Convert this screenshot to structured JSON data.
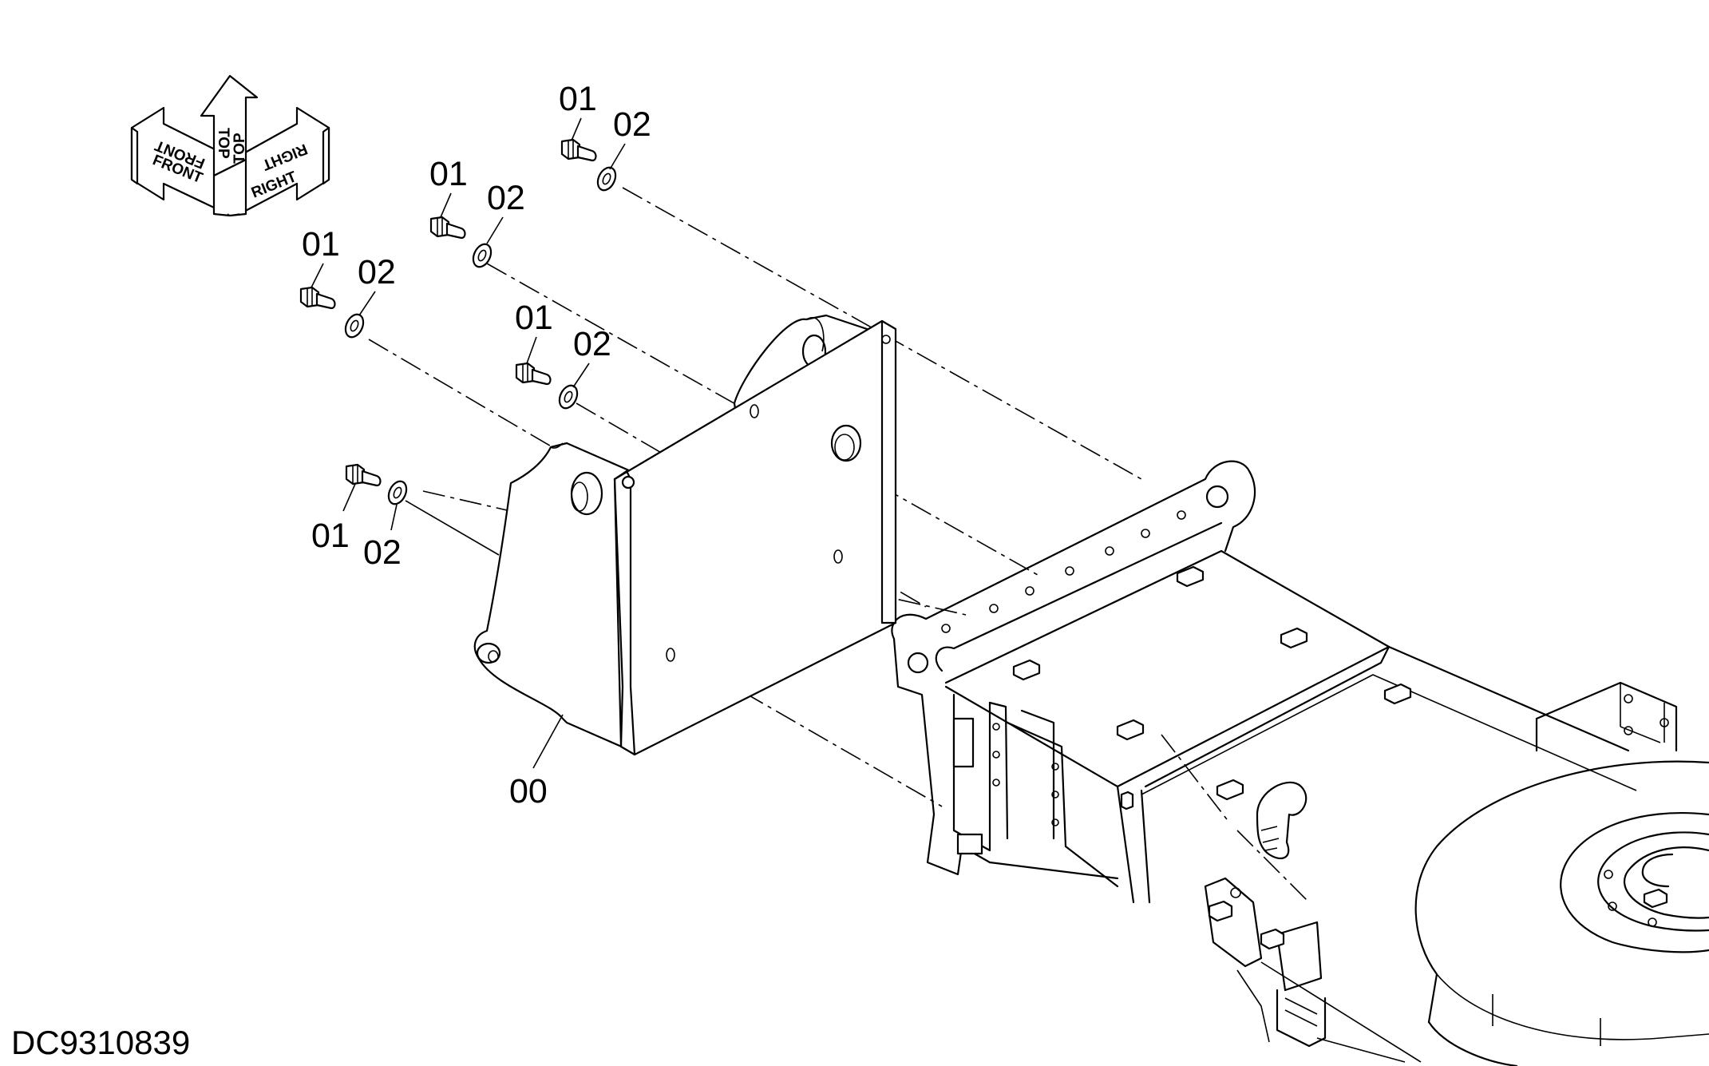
{
  "orientation_indicator": {
    "front": "FRONT",
    "top": "TOP",
    "right": "RIGHT"
  },
  "callouts": {
    "part_00": "00",
    "bolt_01": "01",
    "washer_02": "02"
  },
  "document_code": "DC9310839",
  "colors": {
    "line": "#000000",
    "background": "#ffffff"
  }
}
